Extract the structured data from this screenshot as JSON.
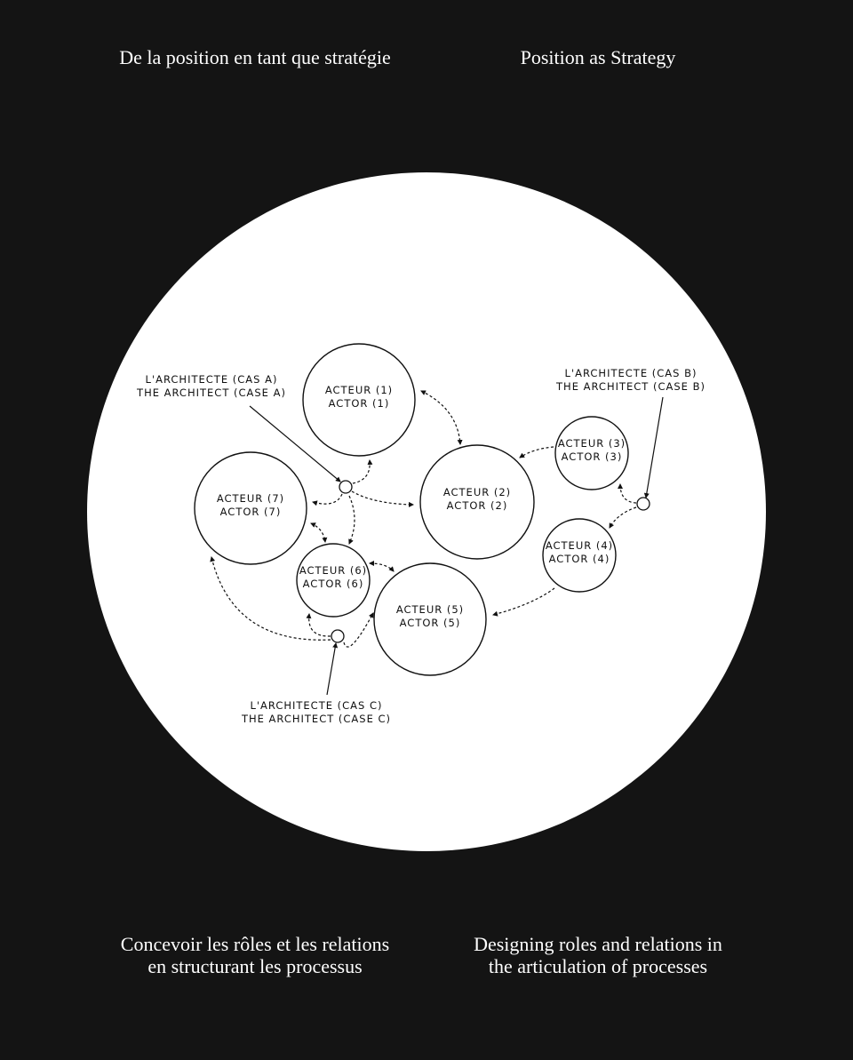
{
  "titles": {
    "top_fr": "De la position en tant que stratégie",
    "top_en": "Position as Strategy",
    "bottom_fr_1": "Concevoir les rôles et les relations",
    "bottom_fr_2": "en structurant les processus",
    "bottom_en_1": "Designing roles and relations in",
    "bottom_en_2": "the articulation of processes"
  },
  "colors": {
    "background": "#141414",
    "disc": "#ffffff",
    "ink": "#111111"
  },
  "actors": [
    {
      "fr": "ACTEUR (1)",
      "en": "ACTOR (1)"
    },
    {
      "fr": "ACTEUR (2)",
      "en": "ACTOR (2)"
    },
    {
      "fr": "ACTEUR (3)",
      "en": "ACTOR (3)"
    },
    {
      "fr": "ACTEUR (4)",
      "en": "ACTOR (4)"
    },
    {
      "fr": "ACTEUR (5)",
      "en": "ACTOR (5)"
    },
    {
      "fr": "ACTEUR (6)",
      "en": "ACTOR (6)"
    },
    {
      "fr": "ACTEUR (7)",
      "en": "ACTOR (7)"
    }
  ],
  "architects": [
    {
      "fr": "L'ARCHITECTE (CAS A)",
      "en": "THE ARCHITECT (CASE A)"
    },
    {
      "fr": "L'ARCHITECTE (CAS B)",
      "en": "THE ARCHITECT (CASE B)"
    },
    {
      "fr": "L'ARCHITECTE (CAS C)",
      "en": "THE ARCHITECT (CASE C)"
    }
  ]
}
